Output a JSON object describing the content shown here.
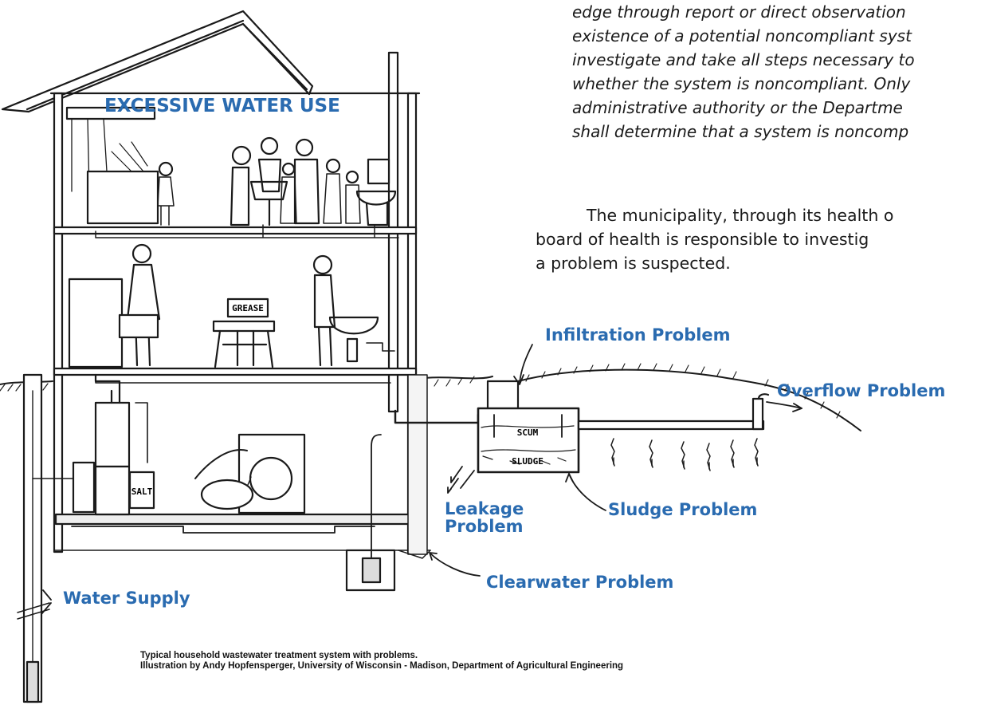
{
  "paragraph_italic": [
    "edge through report or direct observation",
    "existence of a potential noncompliant syst",
    "investigate and take all steps necessary to",
    "whether the system is noncompliant. Only",
    "administrative authority or  the Departme",
    "shall determine that a system is noncomp"
  ],
  "paragraph_normal": [
    "The municipality, through its health o",
    "board of health is responsible to investig",
    "a problem is suspected."
  ],
  "labels": {
    "excessive_water_use": "EXCESSIVE WATER USE",
    "infiltration": "Infiltration Problem",
    "overflow": "Overflow Problem",
    "leakage_line1": "Leakage",
    "leakage_line2": "Problem",
    "sludge": "Sludge Problem",
    "clearwater": "Clearwater Problem",
    "water_supply": "Water Supply"
  },
  "drawing_text": {
    "grease": "GREASE",
    "salt": "SALT",
    "scum": "SCUM",
    "sludge": "SLUDGE"
  },
  "caption": {
    "line1": "Typical household wastewater treatment system with problems.",
    "line2": "Illustration by Andy Hopfensperger, University of Wisconsin - Madison, Department of Agricultural Engineering"
  },
  "colors": {
    "label_blue": "#2a6bb0",
    "ink": "#1a1a1a"
  }
}
